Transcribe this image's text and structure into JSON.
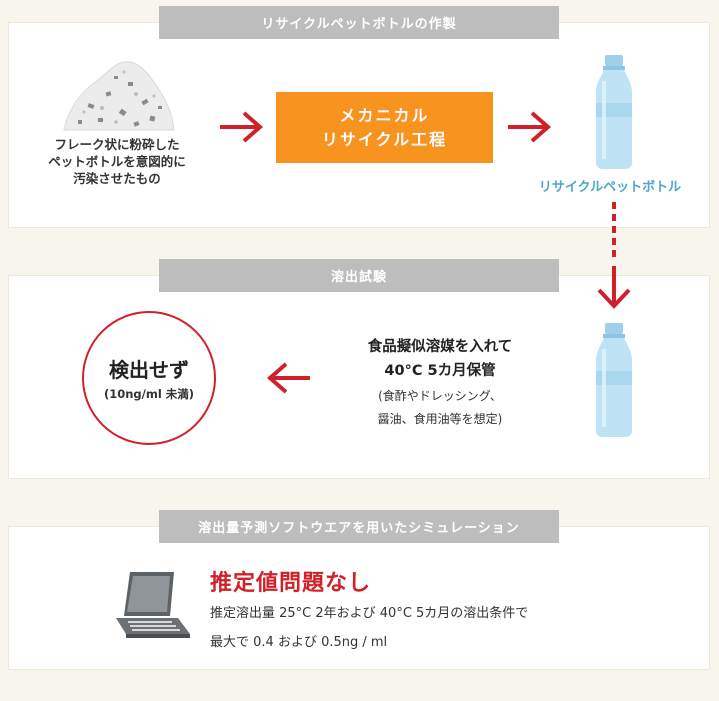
{
  "section1": {
    "label": "リサイクルペットボトルの作製",
    "flake_caption_1": "フレーク状に粉砕した",
    "flake_caption_2": "ペットボトルを意図的に",
    "flake_caption_3": "汚染させたもの",
    "process_line1": "メカニカル",
    "process_line2": "リサイクル工程",
    "bottle_caption": "リサイクルペットボトル"
  },
  "section2": {
    "label": "溶出試験",
    "result_title": "検出せず",
    "result_sub": "(10ng/ml 未満)",
    "storage_line1": "食品擬似溶媒を入れて",
    "storage_line2": "40°C 5カ月保管",
    "storage_note1": "(食酢やドレッシング、",
    "storage_note2": "醤油、食用油等を想定)"
  },
  "section3": {
    "label": "溶出量予測ソフトウエアを用いたシミュレーション",
    "result_title": "推定値問題なし",
    "detail_line1": "推定溶出量 25°C 2年および 40°C 5カ月の溶出条件で",
    "detail_line2": "最大で 0.4 および 0.5ng / ml"
  },
  "icons": {
    "flakes": "plastic-flakes-icon",
    "bottle": "pet-bottle-icon",
    "laptop": "laptop-icon",
    "arrow": "red-arrow-icon"
  },
  "colors": {
    "accent_red": "#d0202a",
    "orange": "#f7931e",
    "bottle_blue": "#4aa7c8",
    "label_gray": "#bdbdbd"
  }
}
